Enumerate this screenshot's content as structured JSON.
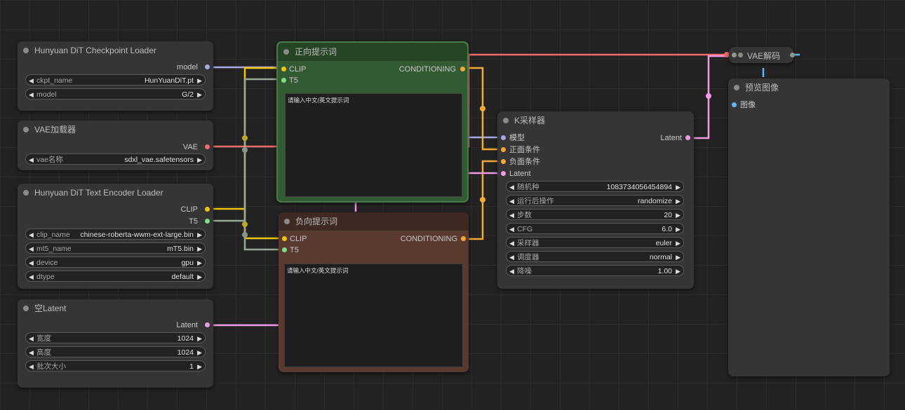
{
  "colors": {
    "model": "#a9a9e6",
    "vae": "#ef6b6b",
    "clip": "#f1c40f",
    "t5": "#7fe07f",
    "conditioning": "#f7a935",
    "latent": "#f29ae6",
    "image": "#64b5f6"
  },
  "checkpoint_loader": {
    "title": "Hunyuan DiT Checkpoint Loader",
    "out_model": "model",
    "w_ckpt_label": "ckpt_name",
    "w_ckpt_value": "HunYuanDiT.pt",
    "w_model_label": "model",
    "w_model_value": "G/2"
  },
  "vae_loader": {
    "title": "VAE加载器",
    "out_vae": "VAE",
    "w_vae_label": "vae名称",
    "w_vae_value": "sdxl_vae.safetensors"
  },
  "text_encoder_loader": {
    "title": "Hunyuan DiT Text Encoder Loader",
    "out_clip": "CLIP",
    "out_t5": "T5",
    "w_clip_label": "clip_name",
    "w_clip_value": "chinese-roberta-wwm-ext-large.bin",
    "w_mt5_label": "mt5_name",
    "w_mt5_value": "mT5.bin",
    "w_device_label": "device",
    "w_device_value": "gpu",
    "w_dtype_label": "dtype",
    "w_dtype_value": "default"
  },
  "empty_latent": {
    "title": "空Latent",
    "out_latent": "Latent",
    "w_width_label": "宽度",
    "w_width_value": "1024",
    "w_height_label": "高度",
    "w_height_value": "1024",
    "w_batch_label": "批次大小",
    "w_batch_value": "1"
  },
  "positive_prompt": {
    "title": "正向提示词",
    "in_clip": "CLIP",
    "in_t5": "T5",
    "out_cond": "CONDITIONING",
    "placeholder": "请输入中文/英文提示词"
  },
  "negative_prompt": {
    "title": "负向提示词",
    "in_clip": "CLIP",
    "in_t5": "T5",
    "out_cond": "CONDITIONING",
    "placeholder": "请输入中文/英文提示词"
  },
  "ksampler": {
    "title": "K采样器",
    "in_model": "模型",
    "in_positive": "正面条件",
    "in_negative": "负面条件",
    "in_latent": "Latent",
    "out_latent": "Latent",
    "w_seed_label": "随机种",
    "w_seed_value": "1083734056454894",
    "w_after_label": "运行后操作",
    "w_after_value": "randomize",
    "w_steps_label": "步数",
    "w_steps_value": "20",
    "w_cfg_label": "CFG",
    "w_cfg_value": "6.0",
    "w_sampler_label": "采样器",
    "w_sampler_value": "euler",
    "w_scheduler_label": "调度器",
    "w_scheduler_value": "normal",
    "w_denoise_label": "降噪",
    "w_denoise_value": "1.00"
  },
  "vae_decode": {
    "title": "VAE解码"
  },
  "preview_image": {
    "title": "预览图像",
    "in_image": "图像"
  }
}
